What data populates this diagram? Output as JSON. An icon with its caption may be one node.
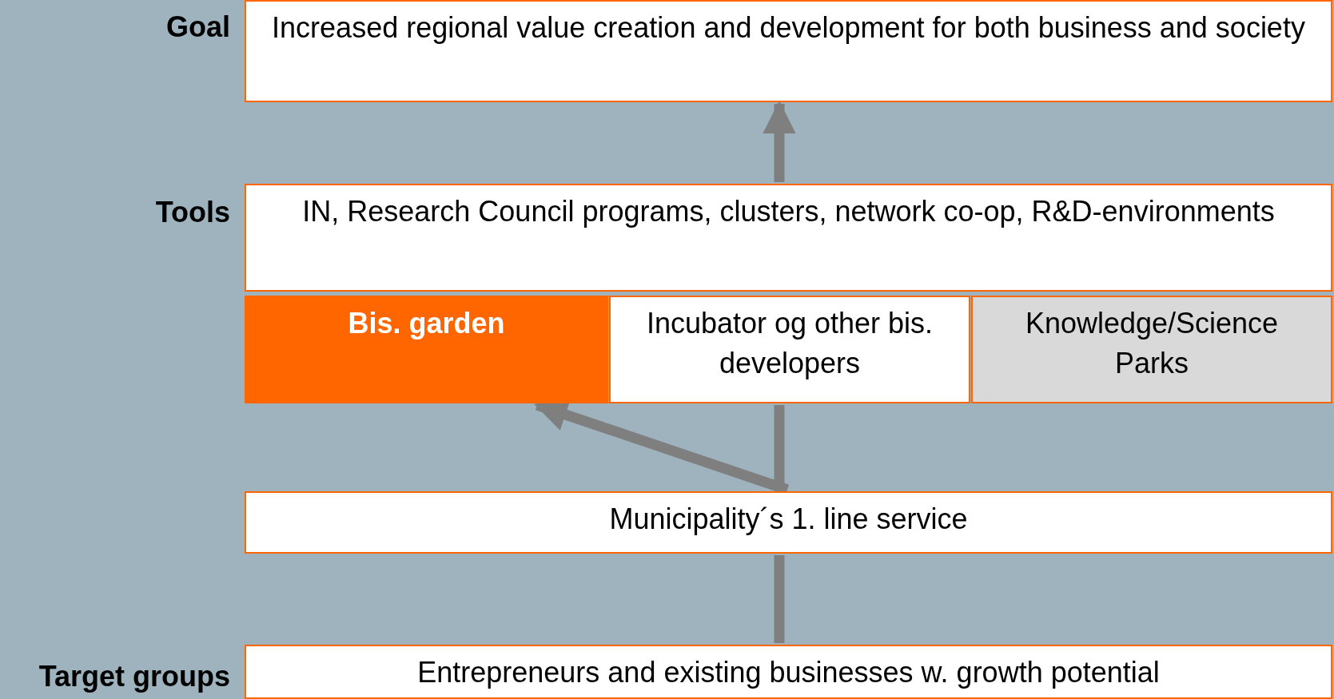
{
  "diagram": {
    "nodes": [
      {
        "text": [
          "Increased regional value creation and development for both business and society"
        ]
      },
      {
        "text": [
          "IN, Research Council programs, clusters, network co-op, R&D-environments"
        ]
      },
      {
        "text": [
          "Bis. garden"
        ]
      },
      {
        "text": [
          "Incubator og other bis. developers"
        ]
      },
      {
        "text": [
          "Knowledge/Science Parks"
        ]
      },
      {
        "text": [
          "Municipality´s 1. line service"
        ]
      },
      {
        "text": [
          "Entrepreneurs and existing businesses w. growth potential"
        ]
      }
    ],
    "edges": [
      {
        "from": 1,
        "to": 0,
        "arrow": "to"
      },
      {
        "from": 5,
        "to": 2,
        "arrow": "to"
      },
      {
        "from": 5,
        "to": 3,
        "arrow": "none"
      },
      {
        "from": 6,
        "to": 5,
        "arrow": "none"
      }
    ],
    "labels": [
      "Goal",
      "Tools",
      "Target groups"
    ]
  }
}
